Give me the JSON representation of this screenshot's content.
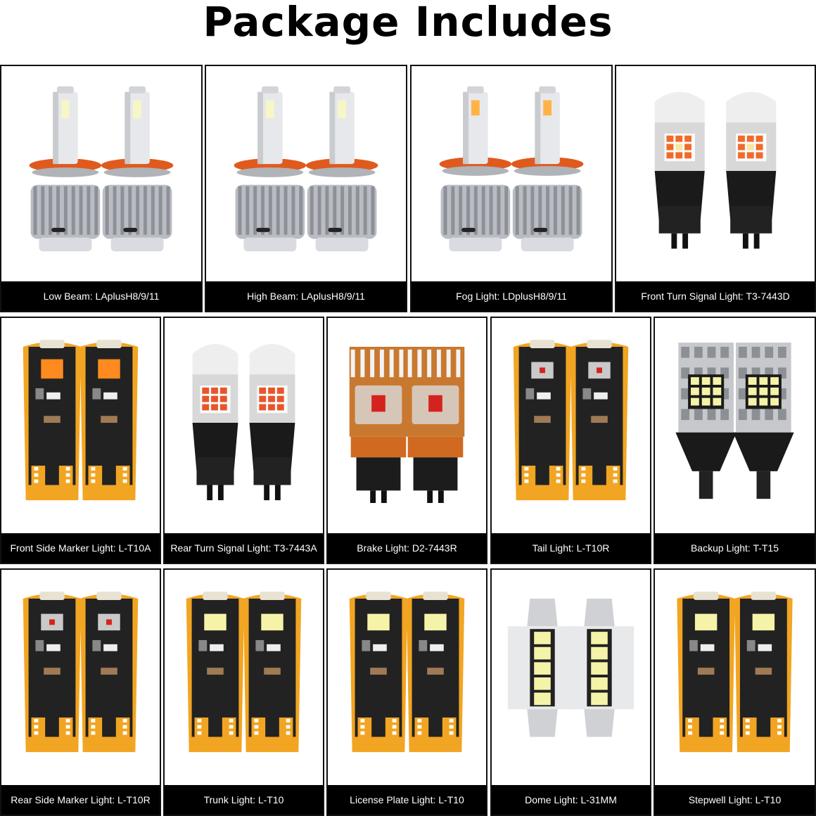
{
  "title": "Package Includes",
  "items": [
    {
      "label": "Low Beam: LAplusH8/9/11",
      "bulb": "h11-headlight-icon"
    },
    {
      "label": "High Beam: LAplusH8/9/11",
      "bulb": "h11-headlight-icon"
    },
    {
      "label": "Fog Light: LDplusH8/9/11",
      "bulb": "h11-foglight-icon"
    },
    {
      "label": "Front Turn Signal Light: T3-7443D",
      "bulb": "7443-bulb-icon"
    },
    {
      "label": "Front Side Marker Light: L-T10A",
      "bulb": "t10-amber-icon"
    },
    {
      "label": "Rear Turn Signal Light: T3-7443A",
      "bulb": "7443-red-bulb-icon"
    },
    {
      "label": "Brake Light: D2-7443R",
      "bulb": "7443-copper-bulb-icon"
    },
    {
      "label": "Tail Light: L-T10R",
      "bulb": "t10-red-icon"
    },
    {
      "label": "Backup Light: T-T15",
      "bulb": "t15-backup-bulb-icon"
    },
    {
      "label": "Rear Side Marker Light: L-T10R",
      "bulb": "t10-red-icon"
    },
    {
      "label": "Trunk Light: L-T10",
      "bulb": "t10-white-icon"
    },
    {
      "label": "License Plate Light: L-T10",
      "bulb": "t10-white-icon"
    },
    {
      "label": "Dome Light: L-31MM",
      "bulb": "festoon-31mm-icon"
    },
    {
      "label": "Stepwell Light: L-T10",
      "bulb": "t10-white-icon"
    }
  ],
  "colors": {
    "amber": "#ff8a1f",
    "red": "#d4231f",
    "white": "#f4f3a8",
    "board": "#f2a522",
    "copper": "#c8792f",
    "label_bg": "#000000"
  }
}
